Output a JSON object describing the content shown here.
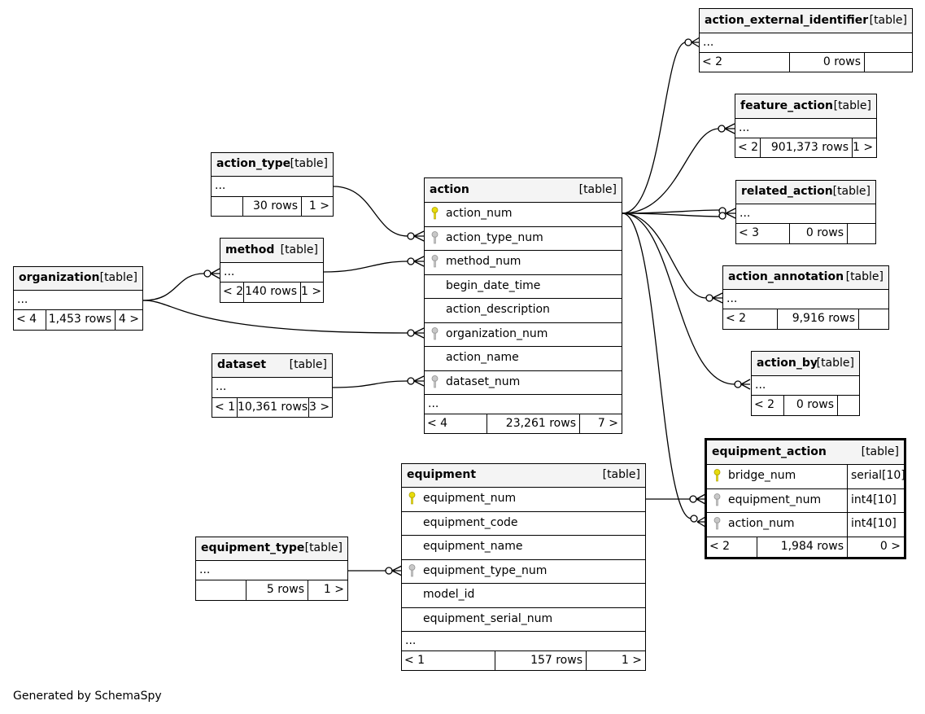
{
  "footer": {
    "credit": "Generated by SchemaSpy"
  },
  "tables": {
    "action_external_identifier": {
      "name": "action_external_identifier",
      "type": "[table]",
      "dots": "...",
      "parents": "< 2",
      "rows": "0 rows",
      "children": ""
    },
    "feature_action": {
      "name": "feature_action",
      "type": "[table]",
      "dots": "...",
      "parents": "< 2",
      "rows": "901,373 rows",
      "children": "1 >"
    },
    "related_action": {
      "name": "related_action",
      "type": "[table]",
      "dots": "...",
      "parents": "< 3",
      "rows": "0 rows",
      "children": ""
    },
    "action_annotation": {
      "name": "action_annotation",
      "type": "[table]",
      "dots": "...",
      "parents": "< 2",
      "rows": "9,916 rows",
      "children": ""
    },
    "action_by": {
      "name": "action_by",
      "type": "[table]",
      "dots": "...",
      "parents": "< 2",
      "rows": "0 rows",
      "children": ""
    },
    "action_type": {
      "name": "action_type",
      "type": "[table]",
      "dots": "...",
      "parents": "",
      "rows": "30 rows",
      "children": "1 >"
    },
    "method": {
      "name": "method",
      "type": "[table]",
      "dots": "...",
      "parents": "< 2",
      "rows": "140 rows",
      "children": "1 >"
    },
    "organization": {
      "name": "organization",
      "type": "[table]",
      "dots": "...",
      "parents": "< 4",
      "rows": "1,453 rows",
      "children": "4 >"
    },
    "dataset": {
      "name": "dataset",
      "type": "[table]",
      "dots": "...",
      "parents": "< 1",
      "rows": "10,361 rows",
      "children": "3 >"
    },
    "equipment_type": {
      "name": "equipment_type",
      "type": "[table]",
      "dots": "...",
      "parents": "",
      "rows": "5 rows",
      "children": "1 >"
    },
    "action": {
      "name": "action",
      "type": "[table]",
      "columns": [
        {
          "name": "action_num",
          "key": "primary"
        },
        {
          "name": "action_type_num",
          "key": "foreign"
        },
        {
          "name": "method_num",
          "key": "foreign"
        },
        {
          "name": "begin_date_time",
          "key": "none"
        },
        {
          "name": "action_description",
          "key": "none"
        },
        {
          "name": "organization_num",
          "key": "foreign"
        },
        {
          "name": "action_name",
          "key": "none"
        },
        {
          "name": "dataset_num",
          "key": "foreign"
        }
      ],
      "dots": "...",
      "parents": "< 4",
      "rows": "23,261 rows",
      "children": "7 >"
    },
    "equipment": {
      "name": "equipment",
      "type": "[table]",
      "columns": [
        {
          "name": "equipment_num",
          "key": "primary"
        },
        {
          "name": "equipment_code",
          "key": "none"
        },
        {
          "name": "equipment_name",
          "key": "none"
        },
        {
          "name": "equipment_type_num",
          "key": "foreign"
        },
        {
          "name": "model_id",
          "key": "none"
        },
        {
          "name": "equipment_serial_num",
          "key": "none"
        }
      ],
      "dots": "...",
      "parents": "< 1",
      "rows": "157 rows",
      "children": "1 >"
    },
    "equipment_action": {
      "name": "equipment_action",
      "type": "[table]",
      "columns": [
        {
          "name": "bridge_num",
          "datatype": "serial[10]",
          "key": "primary"
        },
        {
          "name": "equipment_num",
          "datatype": "int4[10]",
          "key": "foreign"
        },
        {
          "name": "action_num",
          "datatype": "int4[10]",
          "key": "foreign"
        }
      ],
      "parents": "< 2",
      "rows": "1,984 rows",
      "children": "0 >"
    }
  },
  "colors": {
    "primary_key": "#e8dc0c",
    "foreign_key": "#b0b0b0",
    "header": "#f4f4f4",
    "line": "#000000"
  }
}
